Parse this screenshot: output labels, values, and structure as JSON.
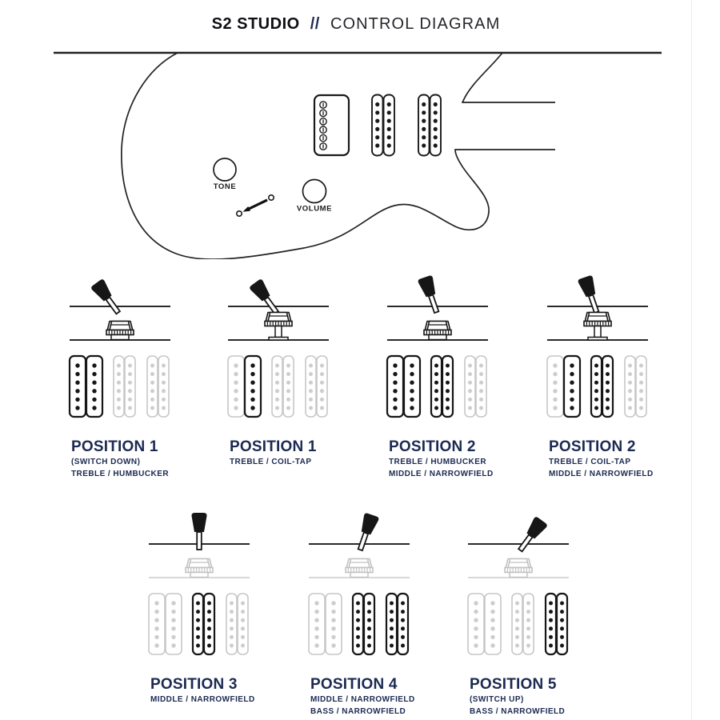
{
  "header": {
    "brand": "S2 STUDIO",
    "separator": "//",
    "title": "CONTROL DIAGRAM"
  },
  "guitar": {
    "tone_label": "TONE",
    "volume_label": "VOLUME",
    "pickup_icons": [
      "treble-humbucker-pickup",
      "middle-narrowfield-pickup",
      "bass-narrowfield-pickup"
    ],
    "control_icons": [
      "tone-knob",
      "volume-knob",
      "selector-switch-arrow"
    ]
  },
  "colors": {
    "navy": "#1c2a52",
    "ink": "#161616",
    "inactive": "#c7c7c7",
    "line": "#222222"
  },
  "legend_positions": [
    {
      "heading": "POSITION 1",
      "sub": [
        "(SWITCH DOWN)",
        "TREBLE / HUMBUCKER"
      ],
      "switch_angle": -36,
      "knob_state": "down",
      "knob_active": true,
      "coils": {
        "treble": [
          1,
          1
        ],
        "middle": [
          0,
          0
        ],
        "bass": [
          0,
          0
        ]
      }
    },
    {
      "heading": "POSITION 1",
      "sub": [
        "TREBLE / COIL-TAP"
      ],
      "switch_angle": -36,
      "knob_state": "up",
      "knob_active": true,
      "coils": {
        "treble": [
          0,
          1
        ],
        "middle": [
          0,
          0
        ],
        "bass": [
          0,
          0
        ]
      }
    },
    {
      "heading": "POSITION 2",
      "sub": [
        "TREBLE / HUMBUCKER",
        "MIDDLE / NARROWFIELD"
      ],
      "switch_angle": -19,
      "knob_state": "down",
      "knob_active": true,
      "coils": {
        "treble": [
          1,
          1
        ],
        "middle": [
          1,
          1
        ],
        "bass": [
          0,
          0
        ]
      }
    },
    {
      "heading": "POSITION 2",
      "sub": [
        "TREBLE / COIL-TAP",
        "MIDDLE / NARROWFIELD"
      ],
      "switch_angle": -19,
      "knob_state": "up",
      "knob_active": true,
      "coils": {
        "treble": [
          0,
          1
        ],
        "middle": [
          1,
          1
        ],
        "bass": [
          0,
          0
        ]
      }
    },
    {
      "heading": "POSITION 3",
      "sub": [
        "MIDDLE / NARROWFIELD"
      ],
      "switch_angle": 0,
      "knob_state": "down",
      "knob_active": false,
      "coils": {
        "treble": [
          0,
          0
        ],
        "middle": [
          1,
          1
        ],
        "bass": [
          0,
          0
        ]
      }
    },
    {
      "heading": "POSITION 4",
      "sub": [
        "MIDDLE / NARROWFIELD",
        "BASS / NARROWFIELD"
      ],
      "switch_angle": 19,
      "knob_state": "down",
      "knob_active": false,
      "coils": {
        "treble": [
          0,
          0
        ],
        "middle": [
          1,
          1
        ],
        "bass": [
          1,
          1
        ]
      }
    },
    {
      "heading": "POSITION 5",
      "sub": [
        "(SWITCH UP)",
        "BASS / NARROWFIELD"
      ],
      "switch_angle": 36,
      "knob_state": "down",
      "knob_active": false,
      "coils": {
        "treble": [
          0,
          0
        ],
        "middle": [
          0,
          0
        ],
        "bass": [
          1,
          1
        ]
      }
    }
  ]
}
